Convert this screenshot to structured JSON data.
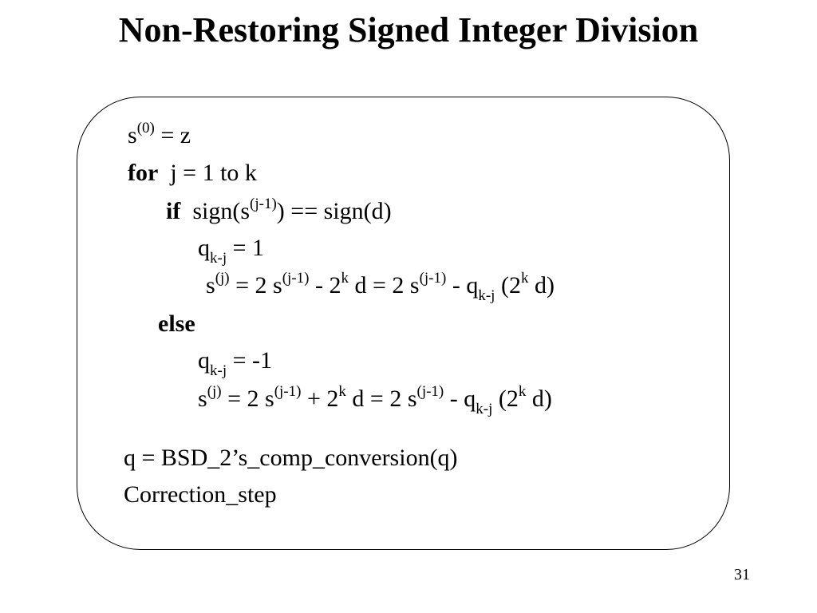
{
  "slide": {
    "title": "Non-Restoring Signed Integer Division",
    "page_number": "31"
  },
  "algorithm": {
    "init": {
      "s": "s",
      "s_sup": "(0)",
      "rest": " = z"
    },
    "for_stmt": {
      "keyword": "for",
      "rest": "  j = 1 to k"
    },
    "if_stmt": {
      "keyword": "if",
      "pre": "  sign(s",
      "sup": "(j-1)",
      "post": ") == sign(d)"
    },
    "then_q": {
      "q": "q",
      "q_sub": "k-j",
      "rest": " = 1"
    },
    "then_s": {
      "t1": "s",
      "t1_sup": "(j)",
      "t2": " = 2 s",
      "t2_sup": "(j-1)",
      "t3": " - 2",
      "t3_sup": "k",
      "t4": " d = 2 s",
      "t4_sup": "(j-1)",
      "t5": " - q",
      "t5_sub": "k-j",
      "t6": " (2",
      "t6_sup": "k",
      "t7": " d)"
    },
    "else_stmt": {
      "keyword": "else"
    },
    "else_q": {
      "q": "q",
      "q_sub": "k-j",
      "rest": " = -1"
    },
    "else_s": {
      "t1": "s",
      "t1_sup": "(j)",
      "t2": " = 2 s",
      "t2_sup": "(j-1)",
      "t3": " + 2",
      "t3_sup": "k",
      "t4": " d = 2 s",
      "t4_sup": "(j-1)",
      "t5": " - q",
      "t5_sub": "k-j",
      "t6": " (2",
      "t6_sup": "k",
      "t7": " d)"
    },
    "conversion": "q = BSD_2’s_comp_conversion(q)",
    "correction": "Correction_step"
  }
}
